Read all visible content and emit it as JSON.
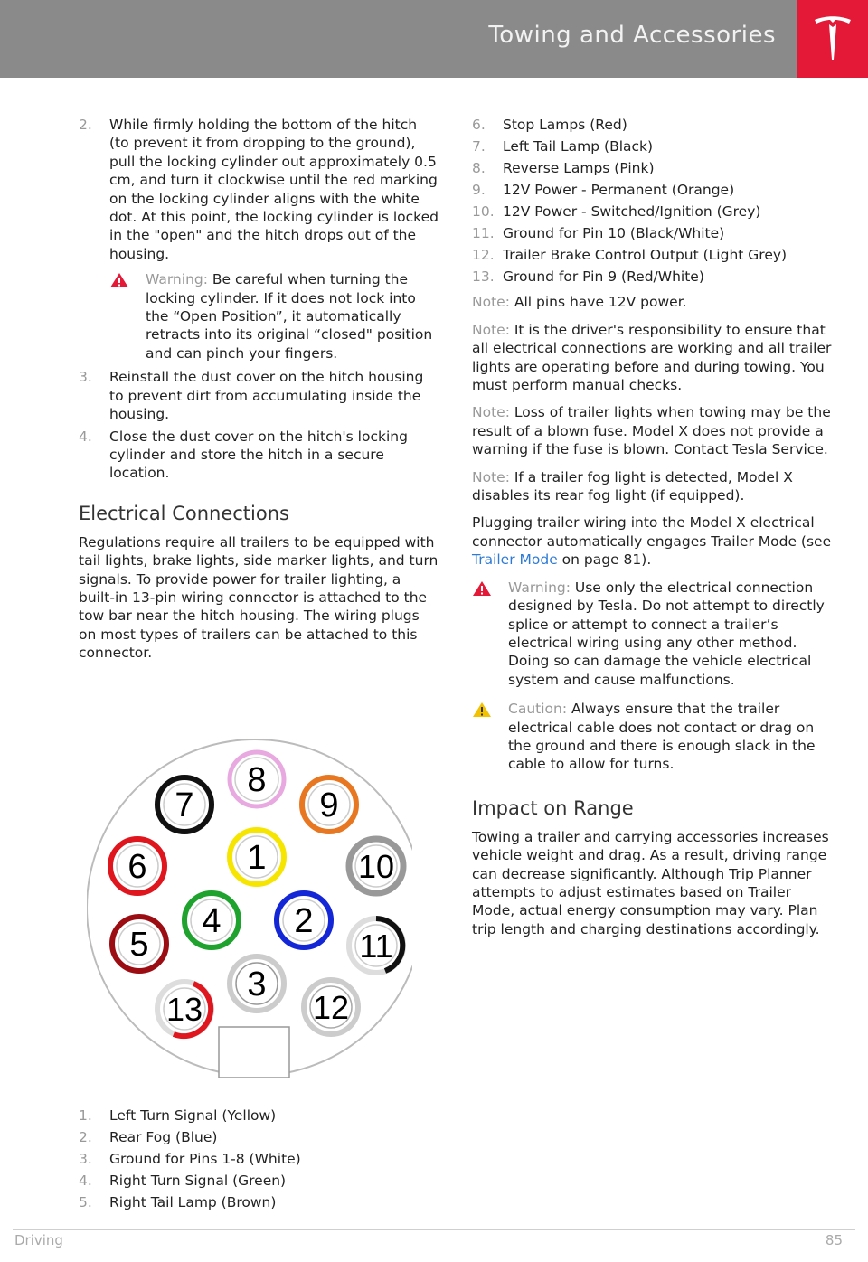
{
  "header": {
    "title": "Towing and Accessories"
  },
  "left_steps": [
    {
      "num": "2.",
      "text": "While firmly holding the bottom of the hitch (to prevent it from dropping to the ground), pull the locking cylinder out approximately 0.5 cm, and turn it clockwise until the red marking on the locking cylinder aligns with the white dot. At this point, the locking cylinder is locked in the \"open\" and the hitch drops out of the housing."
    }
  ],
  "warning1": {
    "label": "Warning:",
    "text": " Be careful when turning the locking cylinder. If it does not lock into the “Open Position”, it automatically retracts into its original “closed\" position and can pinch your fingers."
  },
  "left_steps2": [
    {
      "num": "3.",
      "text": "Reinstall the dust cover on the hitch housing to prevent dirt from accumulating inside the housing."
    },
    {
      "num": "4.",
      "text": "Close the dust cover on the hitch's locking cylinder and store the hitch in a secure location."
    }
  ],
  "electrical": {
    "heading": "Electrical Connections",
    "text": "Regulations require all trailers to be equipped with tail lights, brake lights, side marker lights, and turn signals. To provide power for trailer lighting, a built-in 13-pin wiring connector is attached to the tow bar near the hitch housing. The wiring plugs on most types of trailers can be attached to this connector."
  },
  "diagram_pins": [
    "1",
    "2",
    "3",
    "4",
    "5",
    "6",
    "7",
    "8",
    "9",
    "10",
    "11",
    "12",
    "13"
  ],
  "pins_left": [
    {
      "num": "1.",
      "text": "Left Turn Signal (Yellow)"
    },
    {
      "num": "2.",
      "text": "Rear Fog (Blue)"
    },
    {
      "num": "3.",
      "text": "Ground for Pins 1-8 (White)"
    },
    {
      "num": "4.",
      "text": "Right Turn Signal (Green)"
    },
    {
      "num": "5.",
      "text": "Right Tail Lamp (Brown)"
    }
  ],
  "pins_right": [
    {
      "num": "6.",
      "text": "Stop Lamps (Red)"
    },
    {
      "num": "7.",
      "text": "Left Tail Lamp (Black)"
    },
    {
      "num": "8.",
      "text": "Reverse Lamps (Pink)"
    },
    {
      "num": "9.",
      "text": "12V Power - Permanent (Orange)"
    },
    {
      "num": "10.",
      "text": "12V Power - Switched/Ignition (Grey)"
    },
    {
      "num": "11.",
      "text": "Ground for Pin 10 (Black/White)"
    },
    {
      "num": "12.",
      "text": "Trailer Brake Control Output (Light Grey)"
    },
    {
      "num": "13.",
      "text": "Ground for Pin 9 (Red/White)"
    }
  ],
  "notes": [
    {
      "label": "Note:",
      "text": " All pins have 12V power."
    },
    {
      "label": "Note:",
      "text": " It is the driver's responsibility to ensure that all electrical connections are working and all trailer lights are operating before and during towing. You must perform manual checks."
    },
    {
      "label": "Note:",
      "text": " Loss of trailer lights when towing may be the result of a blown fuse. Model X does not provide a warning if the fuse is blown. Contact Tesla Service."
    },
    {
      "label": "Note:",
      "text": " If a trailer fog light is detected, Model X disables its rear fog light (if equipped)."
    }
  ],
  "plugging": {
    "before": "Plugging trailer wiring into the Model X electrical connector automatically engages Trailer Mode (see ",
    "link": "Trailer Mode",
    "after": " on page 81)."
  },
  "warning2": {
    "label": "Warning:",
    "text": " Use only the electrical connection designed by Tesla. Do not attempt to directly splice or attempt to connect a trailer’s electrical wiring using any other method. Doing so can damage the vehicle electrical system and cause malfunctions."
  },
  "caution": {
    "label": "Caution:",
    "text": " Always ensure that the trailer electrical cable does not contact or drag on the ground and there is enough slack in the cable to allow for turns."
  },
  "range": {
    "heading": "Impact on Range",
    "text": "Towing a trailer and carrying accessories increases vehicle weight and drag. As a result, driving range can decrease significantly. Although Trip Planner attempts to adjust estimates based on Trailer Mode, actual energy consumption may vary. Plan trip length and charging destinations accordingly."
  },
  "footer": {
    "section": "Driving",
    "page": "85"
  },
  "colors": {
    "header_bg": "#8a8a8a",
    "logo_red": "#e31937",
    "warning_red": "#e31937",
    "caution_yellow": "#f2c200",
    "link_blue": "#2e7bd6"
  }
}
